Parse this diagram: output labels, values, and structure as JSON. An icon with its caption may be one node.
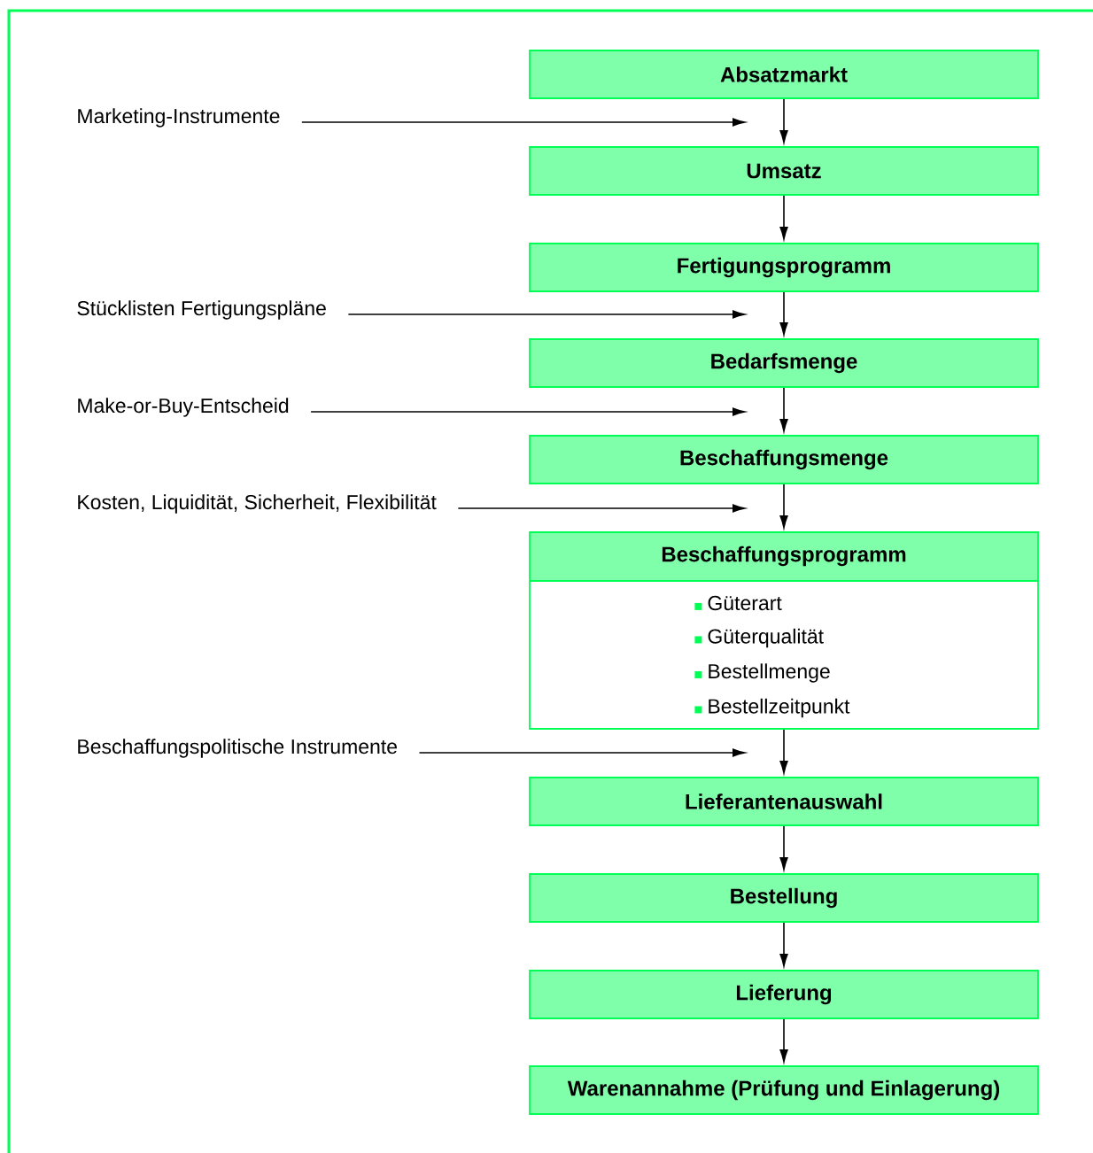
{
  "diagram": {
    "nodes": [
      {
        "text": [
          "Absatzmarkt"
        ]
      },
      {
        "text": [
          "Umsatz"
        ]
      },
      {
        "text": [
          "Fertigungsprogramm"
        ]
      },
      {
        "text": [
          "Bedarfsmenge"
        ]
      },
      {
        "text": [
          "Beschaffungsmenge"
        ]
      },
      {
        "text": [
          "Beschaffungsprogramm",
          "Güterart",
          "Güterqualität",
          "Bestellmenge",
          "Bestellzeitpunkt"
        ]
      },
      {
        "text": [
          "Lieferantenauswahl"
        ]
      },
      {
        "text": [
          "Bestellung"
        ]
      },
      {
        "text": [
          "Lieferung"
        ]
      },
      {
        "text": [
          "Warenannahme (Prüfung und Einlagerung)"
        ]
      },
      {
        "text": [
          "Marketing-Instrumente"
        ]
      },
      {
        "text": [
          "Stücklisten Fertigungspläne"
        ]
      },
      {
        "text": [
          "Make-or-Buy-Entscheid"
        ]
      },
      {
        "text": [
          "Kosten, Liquidität, Sicherheit, Flexibilität"
        ]
      },
      {
        "text": [
          "Beschaffungspolitische Instrumente"
        ]
      }
    ],
    "edges": [
      {
        "from": 0,
        "to": 1,
        "arrow": "to"
      },
      {
        "from": 1,
        "to": 2,
        "arrow": "to"
      },
      {
        "from": 2,
        "to": 3,
        "arrow": "to"
      },
      {
        "from": 3,
        "to": 4,
        "arrow": "to"
      },
      {
        "from": 4,
        "to": 5,
        "arrow": "to"
      },
      {
        "from": 5,
        "to": 6,
        "arrow": "to"
      },
      {
        "from": 6,
        "to": 7,
        "arrow": "to"
      },
      {
        "from": 7,
        "to": 8,
        "arrow": "to"
      },
      {
        "from": 8,
        "to": 9,
        "arrow": "to"
      },
      {
        "from": 10,
        "to": null,
        "arrow": "to"
      },
      {
        "from": 11,
        "to": null,
        "arrow": "to"
      },
      {
        "from": 12,
        "to": null,
        "arrow": "to"
      },
      {
        "from": 13,
        "to": null,
        "arrow": "to"
      },
      {
        "from": 14,
        "to": null,
        "arrow": "to"
      }
    ]
  }
}
